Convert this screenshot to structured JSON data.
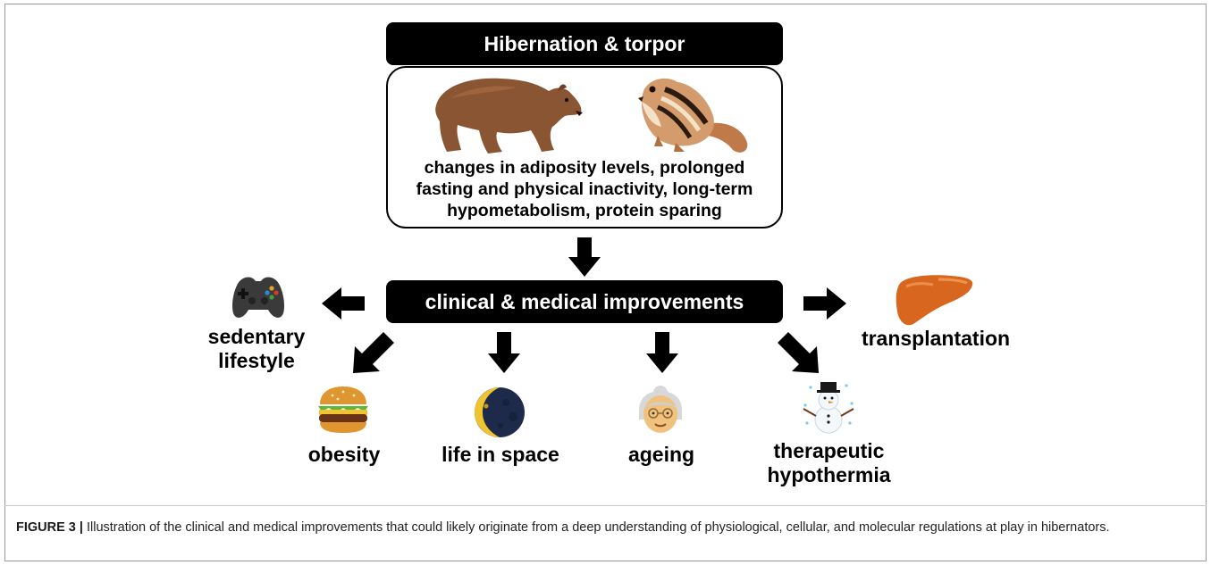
{
  "title": "Hibernation & torpor",
  "info_text": "changes in adiposity levels, prolonged\nfasting and physical inactivity, long-term\nhypometabolism, protein sparing",
  "center": "clinical & medical improvements",
  "outcomes": {
    "sedentary": "sedentary\nlifestyle",
    "transplant": "transplantation",
    "obesity": "obesity",
    "space": "life in space",
    "ageing": "ageing",
    "hypothermia": "therapeutic\nhypothermia"
  },
  "caption": {
    "label": "FIGURE 3 |",
    "text": " Illustration of the clinical and medical improvements that could likely originate from a deep understanding of physiological, cellular, and molecular regulations at play in hibernators."
  },
  "icons": [
    "bear-icon",
    "chipmunk-icon",
    "gamepad-icon",
    "liver-icon",
    "burger-icon",
    "moon-icon",
    "grandma-icon",
    "snowman-icon"
  ],
  "colors": {
    "bar": "#000000",
    "liver": "#d8661f",
    "bear": "#8a5533"
  }
}
